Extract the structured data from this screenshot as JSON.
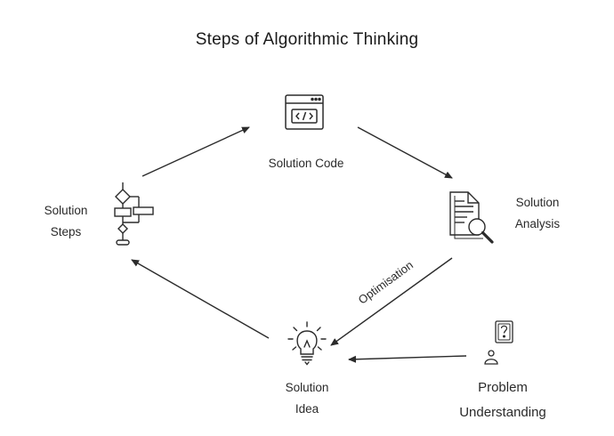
{
  "title": "Steps  of Algorithmic Thinking",
  "nodes": {
    "solution_code": {
      "label": "Solution Code",
      "icon": "code-window-icon"
    },
    "solution_analysis": {
      "label_lines": [
        "Solution",
        "Analysis"
      ],
      "icon": "document-magnifier-icon"
    },
    "solution_idea": {
      "label_lines": [
        "Solution",
        "Idea"
      ],
      "icon": "lightbulb-icon"
    },
    "solution_steps": {
      "label_lines": [
        "Solution",
        "Steps"
      ],
      "icon": "flowchart-icon"
    },
    "problem_understanding": {
      "label_lines": [
        "Problem",
        "Understanding"
      ],
      "icon": "person-question-icon"
    }
  },
  "edges": {
    "optimisation_label": "Optimisation"
  },
  "colors": {
    "stroke": "#2b2b2b",
    "background": "#ffffff"
  }
}
